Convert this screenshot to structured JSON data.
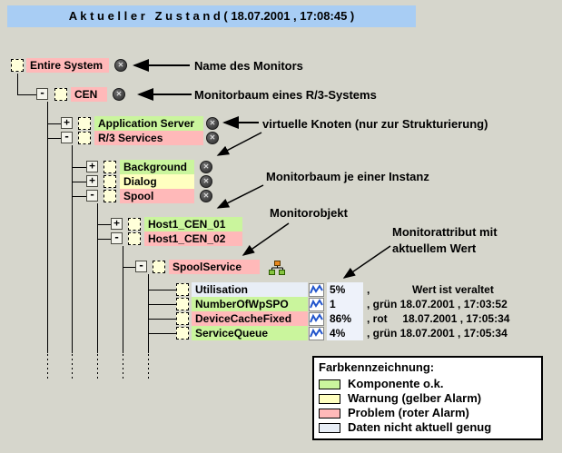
{
  "title_bar": {
    "text": "A k t u e l l e r   Z u s t a n d ( 18.07.2001 , 17:08:45 )"
  },
  "icons": {
    "close_glyph": "✕",
    "close_name": "close-icon",
    "chart_name": "line-chart-icon",
    "org_chart_name": "monitor-object-icon"
  },
  "colors": {
    "ok": "#caf59d",
    "warn": "#ffffc0",
    "alarm": "#ffb9b9",
    "stale": "#e8eef6",
    "value_bg": "#eef2fa",
    "title_bg": "#a8cdf4"
  },
  "tree": {
    "nodes": [
      {
        "label": "Entire System",
        "status": "alarm",
        "expander": "",
        "removable": true
      },
      {
        "label": "CEN",
        "status": "alarm",
        "expander": "-",
        "removable": true
      },
      {
        "label": "Application Server",
        "status": "ok",
        "expander": "+",
        "removable": true
      },
      {
        "label": "R/3 Services",
        "status": "alarm",
        "expander": "-",
        "removable": true
      },
      {
        "label": "Background",
        "status": "ok",
        "expander": "+",
        "removable": true
      },
      {
        "label": "Dialog",
        "status": "warn",
        "expander": "+",
        "removable": true
      },
      {
        "label": "Spool",
        "status": "alarm",
        "expander": "-",
        "removable": true
      },
      {
        "label": "Host1_CEN_01",
        "status": "ok",
        "expander": "+",
        "removable": false
      },
      {
        "label": "Host1_CEN_02",
        "status": "alarm",
        "expander": "-",
        "removable": false
      },
      {
        "label": "SpoolService",
        "status": "alarm",
        "expander": "-",
        "removable": false
      }
    ]
  },
  "attributes": [
    {
      "label": "Utilisation",
      "status": "stale",
      "value": "5%",
      "detail": ",              Wert ist veraltet"
    },
    {
      "label": "NumberOfWpSPO",
      "status": "ok",
      "value": "1",
      "detail": ", grün 18.07.2001 , 17:03:52"
    },
    {
      "label": "DeviceCacheFixed",
      "status": "alarm",
      "value": "86%",
      "detail": ", rot     18.07.2001 , 17:05:34"
    },
    {
      "label": "ServiceQueue",
      "status": "ok",
      "value": "4%",
      "detail": ", grün 18.07.2001 , 17:05:34"
    }
  ],
  "annotations": {
    "monitor_name": "Name des Monitors",
    "monitor_tree": "Monitorbaum eines R/3-Systems",
    "virtual_nodes": "virtuelle Knoten (nur zur Strukturierung)",
    "instance_tree": "Monitorbaum je einer Instanz",
    "monitor_object": "Monitorobjekt",
    "monitor_attribute_line1": "Monitorattribut mit",
    "monitor_attribute_line2": "aktuellem Wert"
  },
  "legend": {
    "title": "Farbkennzeichnung:",
    "items": [
      {
        "label": "Komponente o.k.",
        "color": "#caf59d"
      },
      {
        "label": "Warnung (gelber Alarm)",
        "color": "#ffffc0"
      },
      {
        "label": "Problem (roter Alarm)",
        "color": "#ffb9b9"
      },
      {
        "label": "Daten nicht aktuell genug",
        "color": "#e8eef6"
      }
    ]
  }
}
